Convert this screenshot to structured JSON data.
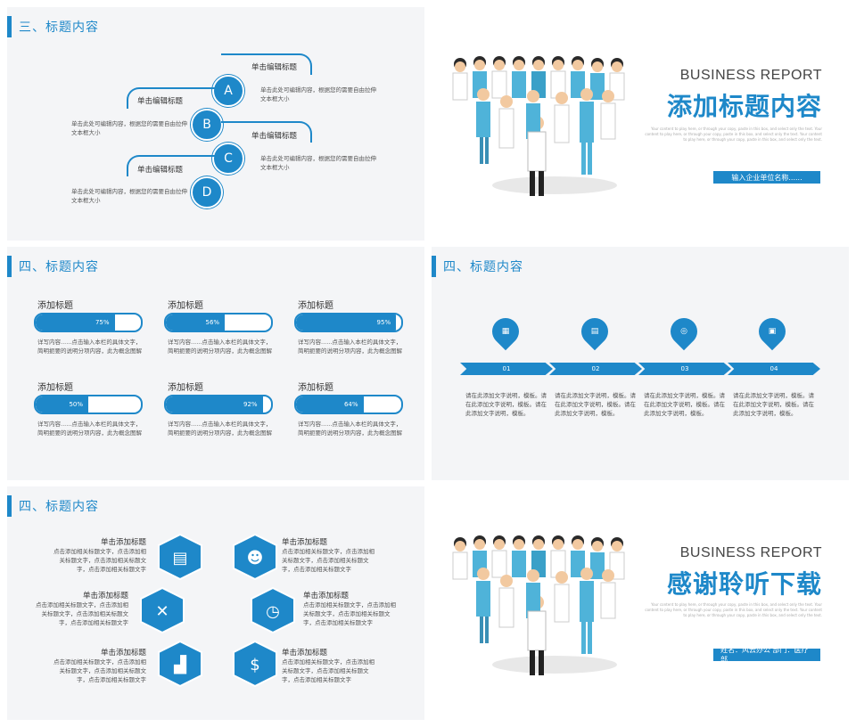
{
  "colors": {
    "accent": "#1e88c9"
  },
  "slide1": {
    "title": "三、标题内容",
    "items": [
      {
        "letter": "A",
        "label": "单击编辑标题",
        "desc": "单击此处可编辑内容，根据您的需要自由拉伸文本框大小"
      },
      {
        "letter": "B",
        "label": "单击编辑标题",
        "desc": "单击此处可编辑内容，根据您的需要自由拉伸文本框大小"
      },
      {
        "letter": "C",
        "label": "单击编辑标题",
        "desc": "单击此处可编辑内容，根据您的需要自由拉伸文本框大小"
      },
      {
        "letter": "D",
        "label": "单击编辑标题",
        "desc": "单击此处可编辑内容，根据您的需要自由拉伸文本框大小"
      }
    ]
  },
  "slide2": {
    "subtitle": "BUSINESS REPORT",
    "title": "添加标题内容",
    "fine_print": "Your content to play here, or through your copy, paste in this box, and select only the text. Your content to play here, or through your copy, paste in this box, and select only the text. Your content to play here, or through your copy, paste in this box, and select only the text.",
    "tag": "输入企业单位名称......"
  },
  "slide3": {
    "title": "四、标题内容",
    "items": [
      {
        "label": "添加标题",
        "percent": "75%",
        "value": 0.75,
        "desc": "详写内容......点击输入本栏的具体文字，简明扼要的说明分项内容，此为概念图解"
      },
      {
        "label": "添加标题",
        "percent": "56%",
        "value": 0.56,
        "desc": "详写内容......点击输入本栏的具体文字，简明扼要的说明分项内容，此为概念图解"
      },
      {
        "label": "添加标题",
        "percent": "95%",
        "value": 0.95,
        "desc": "详写内容......点击输入本栏的具体文字，简明扼要的说明分项内容，此为概念图解"
      },
      {
        "label": "添加标题",
        "percent": "50%",
        "value": 0.5,
        "desc": "详写内容......点击输入本栏的具体文字，简明扼要的说明分项内容，此为概念图解"
      },
      {
        "label": "添加标题",
        "percent": "92%",
        "value": 0.92,
        "desc": "详写内容......点击输入本栏的具体文字，简明扼要的说明分项内容，此为概念图解"
      },
      {
        "label": "添加标题",
        "percent": "64%",
        "value": 0.64,
        "desc": "详写内容......点击输入本栏的具体文字，简明扼要的说明分项内容，此为概念图解"
      }
    ]
  },
  "slide4": {
    "title": "四、标题内容",
    "steps": [
      {
        "num": "01",
        "icon": "calendar-icon",
        "desc": "请在此添加文字说明，模板。请在此添加文字说明，模板。请在此添加文字说明，模板。"
      },
      {
        "num": "02",
        "icon": "clipboard-icon",
        "desc": "请在此添加文字说明，模板。请在此添加文字说明，模板。请在此添加文字说明，模板。"
      },
      {
        "num": "03",
        "icon": "target-icon",
        "desc": "请在此添加文字说明，模板。请在此添加文字说明，模板。请在此添加文字说明，模板。"
      },
      {
        "num": "04",
        "icon": "image-icon",
        "desc": "请在此添加文字说明，模板。请在此添加文字说明，模板。请在此添加文字说明，模板。"
      }
    ]
  },
  "slide5": {
    "title": "四、标题内容",
    "left": [
      {
        "label": "单击添加标题",
        "desc": "点击添加相关标题文字，点击添加相关标题文字，点击添加相关标题文字，点击添加相关标题文字"
      },
      {
        "label": "单击添加标题",
        "desc": "点击添加相关标题文字，点击添加相关标题文字，点击添加相关标题文字，点击添加相关标题文字"
      },
      {
        "label": "单击添加标题",
        "desc": "点击添加相关标题文字，点击添加相关标题文字，点击添加相关标题文字，点击添加相关标题文字"
      }
    ],
    "right": [
      {
        "label": "单击添加标题",
        "desc": "点击添加相关标题文字，点击添加相关标题文字，点击添加相关标题文字，点击添加相关标题文字"
      },
      {
        "label": "单击添加标题",
        "desc": "点击添加相关标题文字，点击添加相关标题文字，点击添加相关标题文字，点击添加相关标题文字"
      },
      {
        "label": "单击添加标题",
        "desc": "点击添加相关标题文字，点击添加相关标题文字，点击添加相关标题文字，点击添加相关标题文字"
      }
    ]
  },
  "slide6": {
    "subtitle": "BUSINESS REPORT",
    "title": "感谢聆听下载",
    "fine_print": "Your content to play here, or through your copy, paste in this box, and select only the text. Your content to play here, or through your copy, paste in this box, and select only the text. Your content to play here, or through your copy, paste in this box, and select only the text.",
    "tag": "姓名：风云办公   部门：医疗部"
  }
}
